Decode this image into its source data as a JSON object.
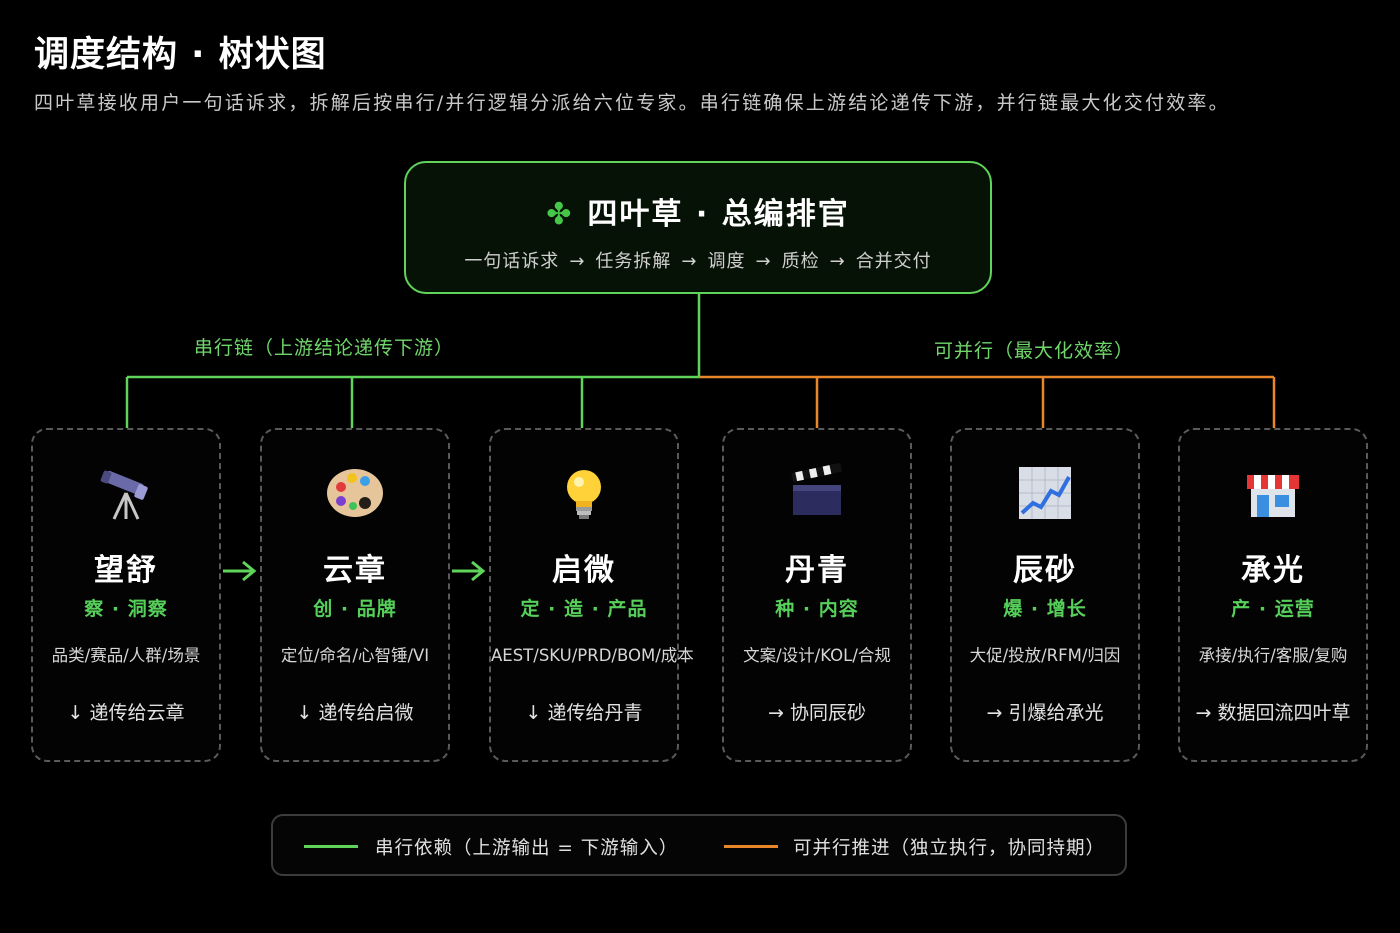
{
  "title": "调度结构 · 树状图",
  "subtitle": "四叶草接收用户一句话诉求，拆解后按串行/并行逻辑分派给六位专家。串行链确保上游结论递传下游，并行链最大化交付效率。",
  "root": {
    "icon": "four-leaf-clover-icon",
    "emoji": "🍀",
    "title": "四叶草 · 总编排官",
    "flow": [
      "一句话诉求",
      "任务拆解",
      "调度",
      "质检",
      "合并交付"
    ],
    "arrow": "→"
  },
  "chains": {
    "serial_label": "串行链（上游结论递传下游）",
    "parallel_label": "可并行（最大化效率）"
  },
  "colors": {
    "serial": "#5fd35a",
    "parallel": "#e8862a",
    "role": "#56d05a"
  },
  "experts": [
    {
      "name": "望舒",
      "icon": "telescope-icon",
      "role": "察 · 洞察",
      "tasks": "品类/赛品/人群/场景",
      "handoff": "↓ 递传给云章",
      "chain": "serial"
    },
    {
      "name": "云章",
      "icon": "palette-icon",
      "role": "创 · 品牌",
      "tasks": "定位/命名/心智锤/VI",
      "handoff": "↓ 递传给启微",
      "chain": "serial"
    },
    {
      "name": "启微",
      "icon": "lightbulb-icon",
      "role": "定 · 造 · 产品",
      "tasks": "AEST/SKU/PRD/BOM/成本",
      "handoff": "↓ 递传给丹青",
      "chain": "serial"
    },
    {
      "name": "丹青",
      "icon": "clapperboard-icon",
      "role": "种 · 内容",
      "tasks": "文案/设计/KOL/合规",
      "handoff": "→ 协同辰砂",
      "chain": "parallel"
    },
    {
      "name": "辰砂",
      "icon": "chart-increasing-icon",
      "role": "爆 · 增长",
      "tasks": "大促/投放/RFM/归因",
      "handoff": "→ 引爆给承光",
      "chain": "parallel"
    },
    {
      "name": "承光",
      "icon": "store-icon",
      "role": "产 · 运营",
      "tasks": "承接/执行/客服/复购",
      "handoff": "→ 数据回流四叶草",
      "chain": "parallel"
    }
  ],
  "legend": {
    "serial_text": "串行依赖（上游输出 = 下游输入）",
    "parallel_text": "可并行推进（独立执行，协同持期）"
  }
}
